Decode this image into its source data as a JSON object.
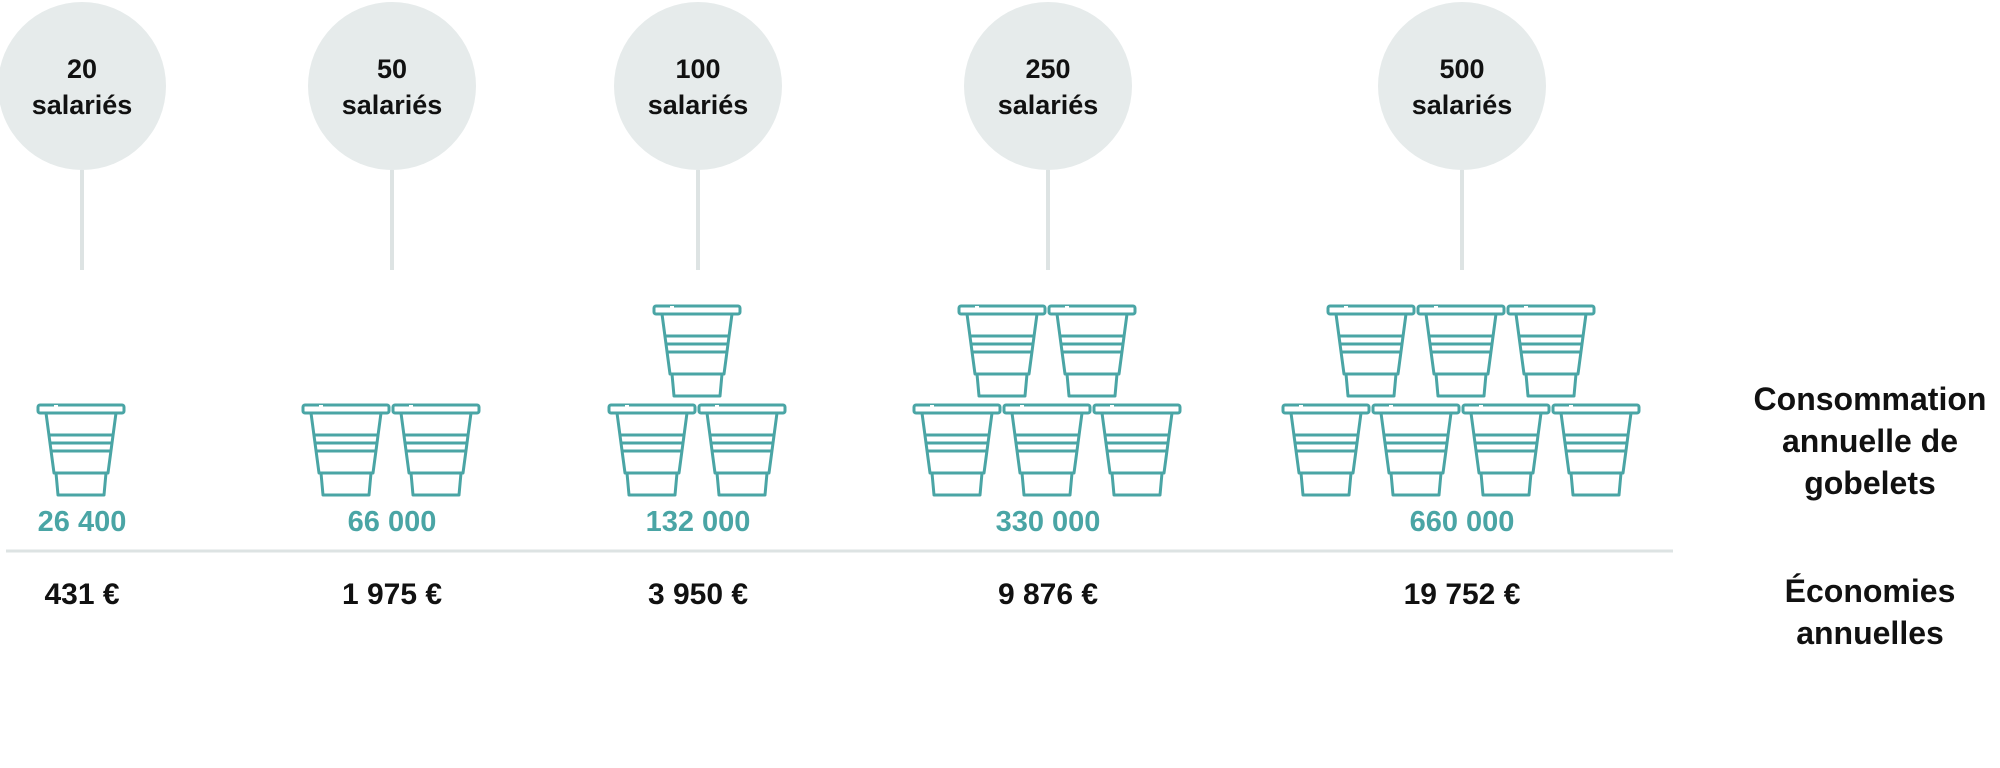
{
  "colors": {
    "accent": "#4aa5a5",
    "bubble": "#e6ebeb",
    "stem": "#dde3e3",
    "baseline": "#dde3e3",
    "text": "#111111"
  },
  "icon": "cup-icon",
  "labels": {
    "consumption": [
      "Consommation",
      "annuelle de",
      "gobelets"
    ],
    "savings": [
      "Économies",
      "annuelles"
    ]
  },
  "chart_data": {
    "type": "table",
    "categories": [
      "20 salariés",
      "50 salariés",
      "100 salariés",
      "250 salariés",
      "500 salariés"
    ],
    "groups": [
      {
        "line1": "20",
        "line2": "salariés",
        "employees": 20,
        "cups": 1,
        "consumption": "26 400",
        "savings": "431 €"
      },
      {
        "line1": "50",
        "line2": "salariés",
        "employees": 50,
        "cups": 2,
        "consumption": "66 000",
        "savings": "1 975 €"
      },
      {
        "line1": "100",
        "line2": "salariés",
        "employees": 100,
        "cups": 3,
        "consumption": "132 000",
        "savings": "3 950 €"
      },
      {
        "line1": "250",
        "line2": "salariés",
        "employees": 250,
        "cups": 5,
        "consumption": "330 000",
        "savings": "9 876 €"
      },
      {
        "line1": "500",
        "line2": "salariés",
        "employees": 500,
        "cups": 7,
        "consumption": "660 000",
        "savings": "19 752 €"
      }
    ]
  }
}
